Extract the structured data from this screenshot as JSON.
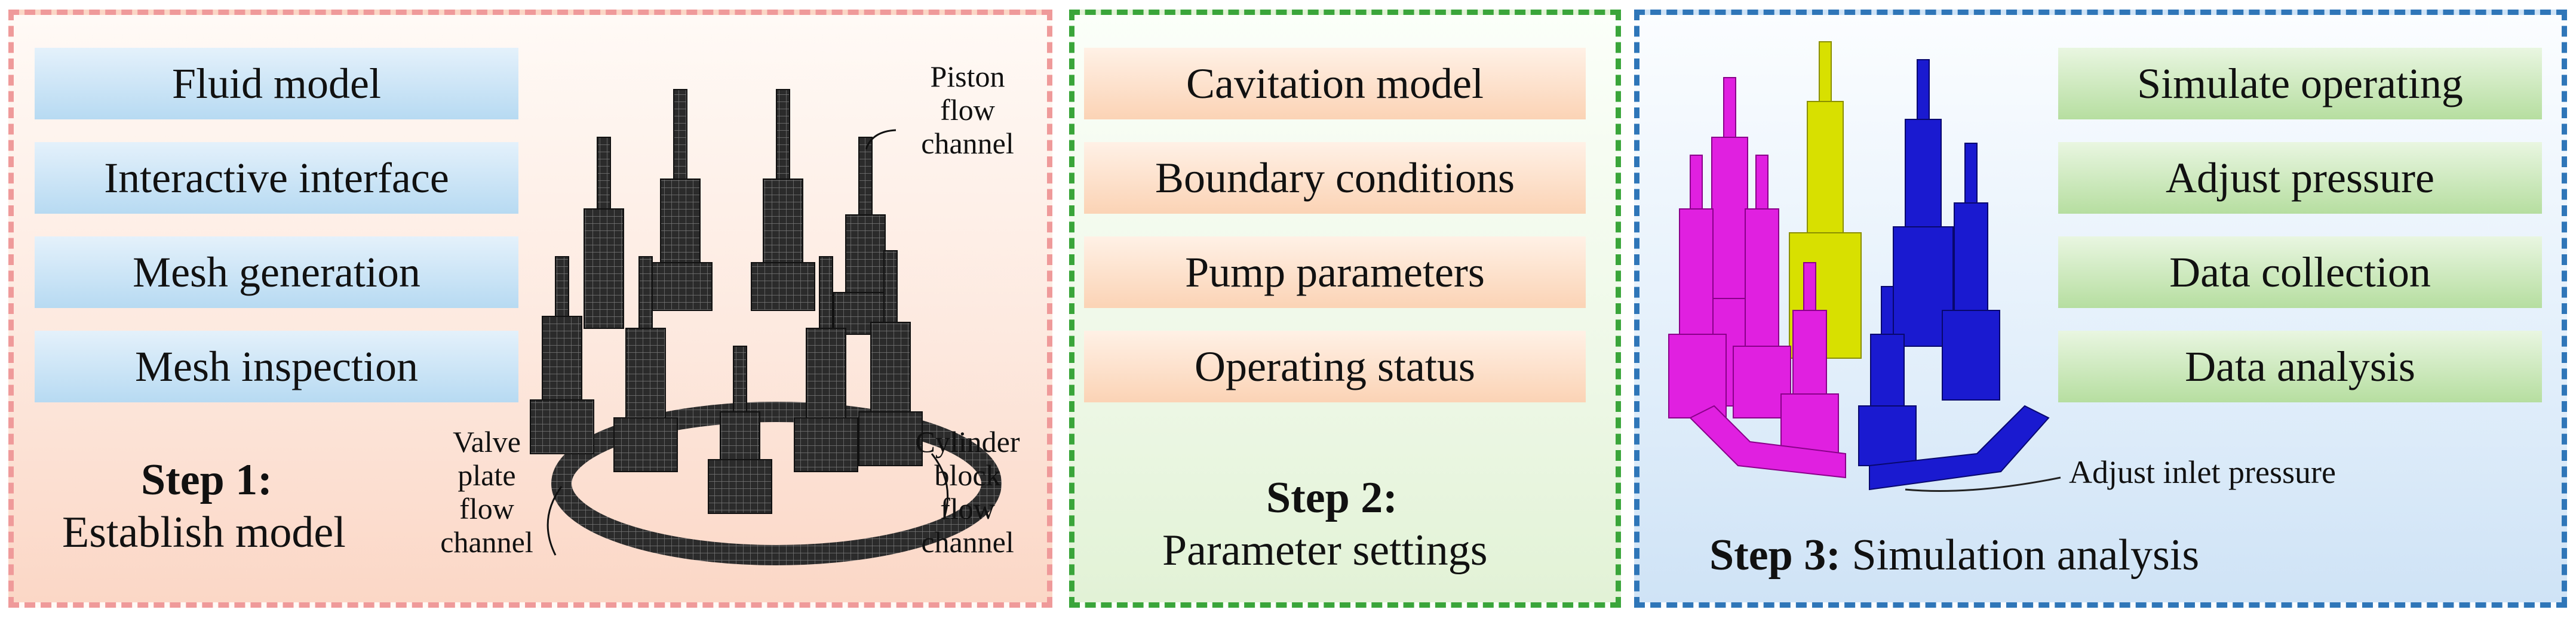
{
  "step1": {
    "boxes": [
      "Fluid model",
      "Interactive interface",
      "Mesh generation",
      "Mesh inspection"
    ],
    "title": "Step 1:",
    "subtitle": "Establish model",
    "labels": {
      "piston": [
        "Piston",
        "flow",
        "channel"
      ],
      "valve": [
        "Valve",
        "plate",
        "flow",
        "channel"
      ],
      "cylinder": [
        "Cylinder",
        "block",
        "flow",
        "channel"
      ]
    }
  },
  "step2": {
    "boxes": [
      "Cavitation model",
      "Boundary conditions",
      "Pump parameters",
      "Operating status"
    ],
    "title": "Step 2:",
    "subtitle": "Parameter settings"
  },
  "step3": {
    "boxes": [
      "Simulate operating",
      "Adjust pressure",
      "Data collection",
      "Data analysis"
    ],
    "title": "Step 3:",
    "subtitle": "Simulation analysis",
    "annotation": "Adjust inlet pressure"
  },
  "colors": {
    "panel1_border": "#ef9a9a",
    "panel2_border": "#3aa53a",
    "panel3_border": "#2f76b8",
    "mesh": "#2b2b2b",
    "magenta": "#e020e0",
    "yellow": "#d8e000",
    "blue": "#1a1ad0"
  }
}
